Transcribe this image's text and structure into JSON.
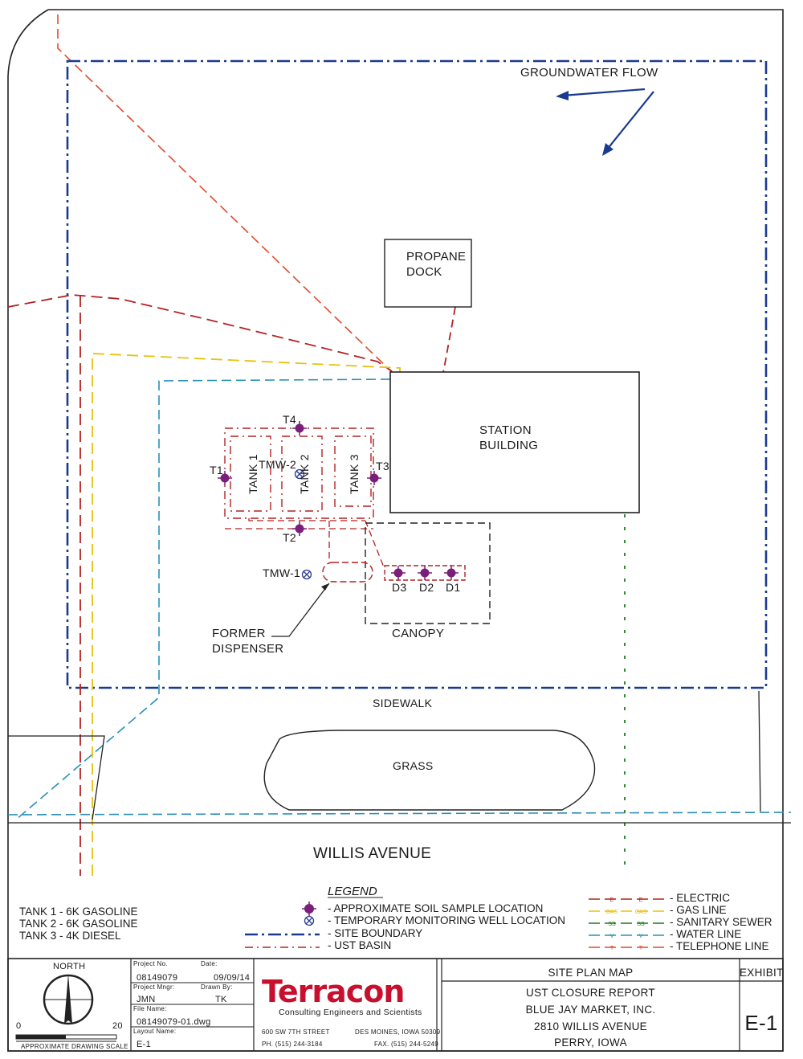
{
  "labels": {
    "groundwater_flow": "GROUNDWATER FLOW",
    "propane_dock_1": "PROPANE",
    "propane_dock_2": "DOCK",
    "station_building_1": "STATION",
    "station_building_2": "BUILDING",
    "tank1": "TANK 1",
    "tank2": "TANK 2",
    "tank3": "TANK 3",
    "tmw2": "TMW-2",
    "tmw1": "TMW-1",
    "t1": "T1",
    "t2": "T2",
    "t3": "T3",
    "t4": "T4",
    "d1": "D1",
    "d2": "D2",
    "d3": "D3",
    "former_dispenser_1": "FORMER",
    "former_dispenser_2": "DISPENSER",
    "canopy": "CANOPY",
    "sidewalk": "SIDEWALK",
    "grass": "GRASS",
    "street": "WILLIS AVENUE"
  },
  "tank_key": [
    "TANK 1 - 6K GASOLINE",
    "TANK 2 - 6K GASOLINE",
    "TANK 3 - 4K DIESEL"
  ],
  "legend": {
    "title": "LEGEND",
    "items": [
      "- APPROXIMATE SOIL SAMPLE LOCATION",
      "- TEMPORARY MONITORING WELL LOCATION",
      "- SITE BOUNDARY",
      "- UST BASIN"
    ],
    "utilities": [
      {
        "text": "- ELECTRIC",
        "mark": "E",
        "color": "#b22222"
      },
      {
        "text": "- GAS LINE",
        "mark": "GAS",
        "color": "#e8c20c"
      },
      {
        "text": "- SANITARY SEWER",
        "mark": "SS",
        "color": "#1f7a1f"
      },
      {
        "text": "- WATER LINE",
        "mark": "V",
        "color": "#2a8fb8"
      },
      {
        "text": "- TELEPHONE LINE",
        "mark": "T",
        "color": "#e04a2a"
      }
    ]
  },
  "title_block": {
    "north": "NORTH",
    "scale_0": "0",
    "scale_20": "20",
    "scale_label": "APPROXIMATE DRAWING SCALE",
    "project_no_label": "Project No.",
    "project_no": "08149079",
    "date_label": "Date:",
    "date": "09/09/14",
    "project_mngr_label": "Project Mngr:",
    "project_mngr": "JMN",
    "drawn_by_label": "Drawn By:",
    "drawn_by": "TK",
    "file_name_label": "File Name:",
    "file_name": "08149079-01.dwg",
    "layout_name_label": "Layout Name:",
    "layout_name": "E-1",
    "company": "Terracon",
    "company_sub": "Consulting Engineers and Scientists",
    "address": "600 SW 7TH STREET",
    "city": "DES MOINES, IOWA 50309",
    "phone": "PH. (515) 244-3184",
    "fax": "FAX. (515) 244-5249",
    "map_title": "SITE PLAN MAP",
    "report_line1": "UST CLOSURE REPORT",
    "report_line2": "BLUE JAY MARKET, INC.",
    "report_line3": "2810 WILLIS AVENUE",
    "report_line4": "PERRY, IOWA",
    "exhibit_label": "EXHIBIT",
    "exhibit_no": "E-1"
  },
  "colors": {
    "site_boundary": "#1b3a8f",
    "ust_basin": "#b22222",
    "electric": "#b22222",
    "gas": "#e8c20c",
    "sewer": "#1f7a1f",
    "water": "#2a8fb8",
    "telephone": "#e04a2a",
    "sample_marker": "#7a1f7a"
  }
}
